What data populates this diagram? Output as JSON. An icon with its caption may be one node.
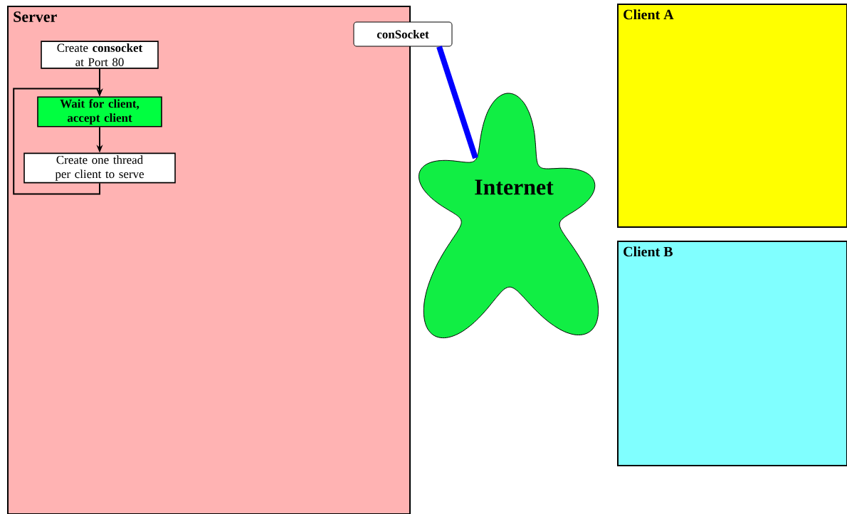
{
  "diagram": {
    "nodes": [
      {
        "text": [
          "Server"
        ]
      },
      {
        "text": [
          "Create **consocket** at Port 80"
        ],
        "in": 0
      },
      {
        "text": [
          "Wait for client, accept client"
        ],
        "in": 0
      },
      {
        "text": [
          "Create one thread per client to serve"
        ],
        "in": 0
      },
      {
        "text": [
          "conSocket"
        ]
      },
      {
        "text": [
          "Internet"
        ]
      },
      {
        "text": [
          "Client A"
        ]
      },
      {
        "text": [
          "Client B"
        ]
      }
    ],
    "edges": [
      {
        "from": 1,
        "to": 2,
        "arrow": "to"
      },
      {
        "from": 2,
        "to": 3,
        "arrow": "to"
      },
      {
        "from": 3,
        "to": 2,
        "arrow": "to"
      },
      {
        "from": 4,
        "to": 5,
        "arrow": "none",
        "style": "thick",
        "color": "#0000ff"
      }
    ]
  }
}
